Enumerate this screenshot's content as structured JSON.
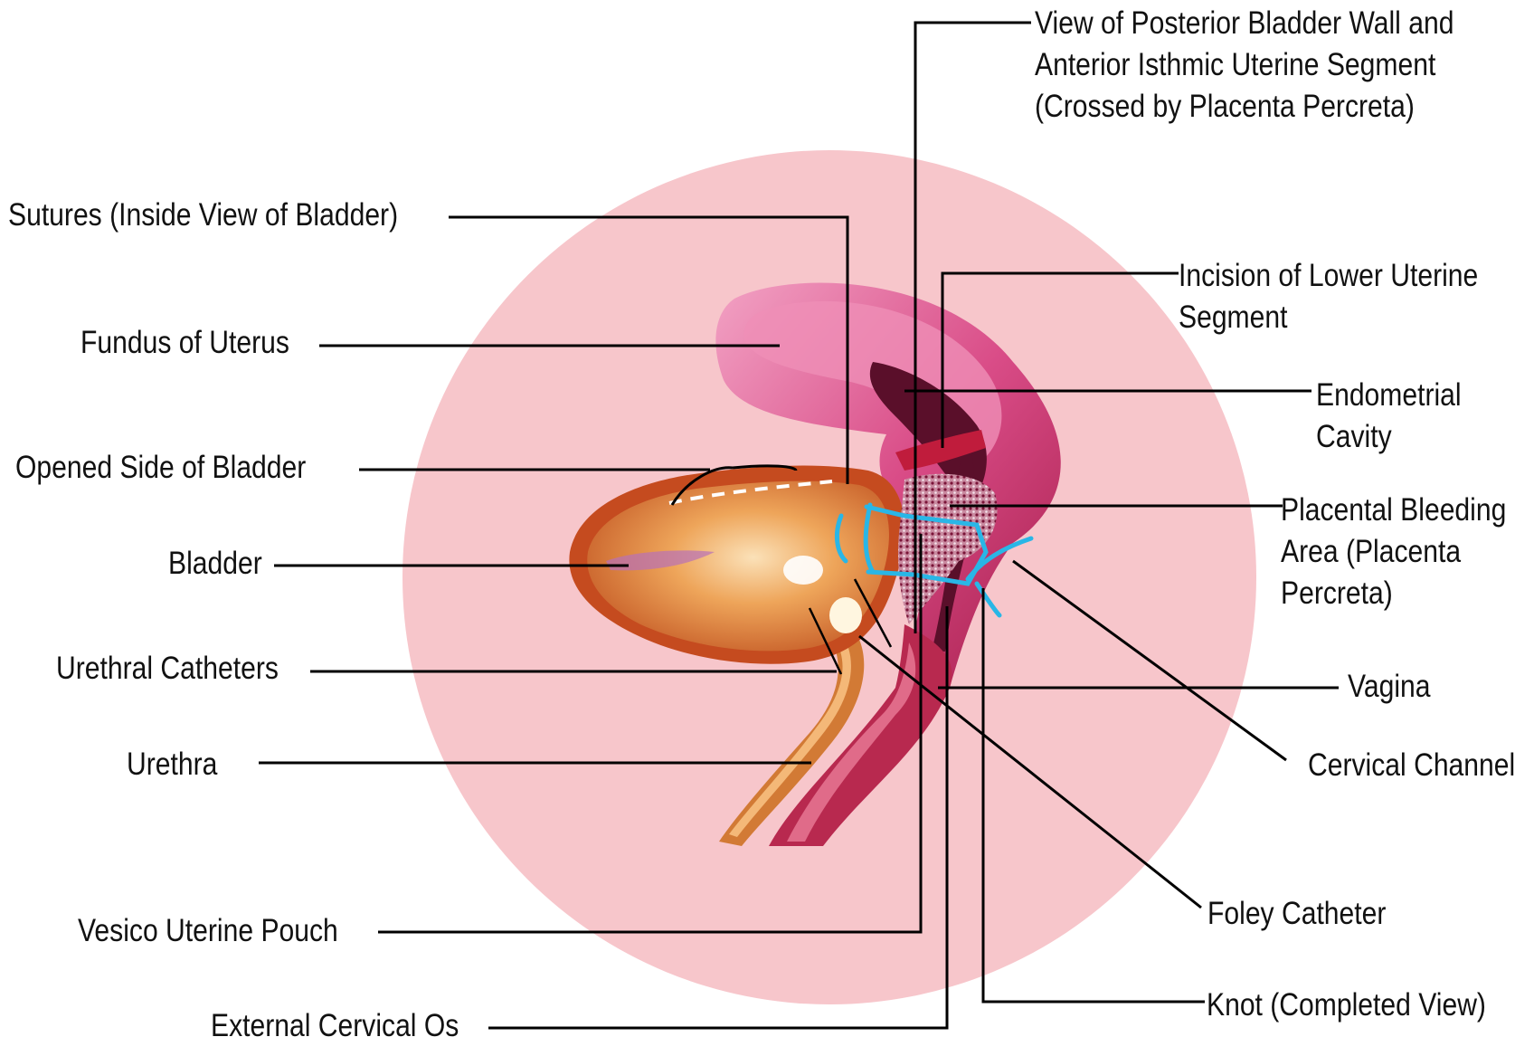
{
  "diagram": {
    "labels": {
      "posterior_wall": [
        "View of Posterior Bladder Wall and",
        "Anterior Isthmic Uterine Segment",
        "(Crossed by Placenta Percreta)"
      ],
      "sutures": [
        "Sutures (Inside View of Bladder)"
      ],
      "fundus": [
        "Fundus of Uterus"
      ],
      "incision": [
        "Incision of Lower Uterine",
        "Segment"
      ],
      "endometrial": [
        "Endometrial",
        "Cavity"
      ],
      "opened_side": [
        "Opened Side of Bladder"
      ],
      "placental": [
        "Placental Bleeding",
        "Area (Placenta",
        "Percreta)"
      ],
      "bladder": [
        "Bladder"
      ],
      "urethral_catheters": [
        "Urethral Catheters"
      ],
      "vagina": [
        "Vagina"
      ],
      "urethra": [
        "Urethra"
      ],
      "cervical_channel": [
        "Cervical Channel"
      ],
      "foley": [
        "Foley Catheter"
      ],
      "vesico": [
        "Vesico Uterine Pouch"
      ],
      "knot": [
        "Knot (Completed View)"
      ],
      "external_os": [
        "External Cervical Os"
      ]
    },
    "colors": {
      "background_circle": "#f7c6cb",
      "bladder": "#e48a3c",
      "uterus": "#d6457a",
      "suture_marker": "#29b6e6",
      "leader_line": "#000000"
    }
  }
}
